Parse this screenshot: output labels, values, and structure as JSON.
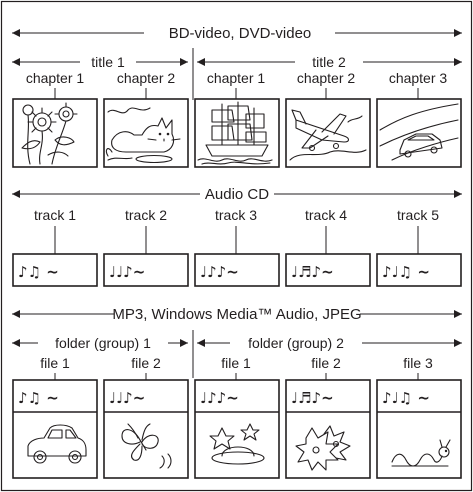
{
  "frame": {
    "sections": [
      {
        "id": "bd-dvd",
        "title": "BD-video, DVD-video",
        "groups": [
          {
            "label": "title 1",
            "items": [
              "chapter 1",
              "chapter 2"
            ]
          },
          {
            "label": "title 2",
            "items": [
              "chapter 1",
              "chapter 2",
              "chapter 3"
            ]
          }
        ],
        "pictures": [
          "sunflower",
          "cat",
          "sailing-ship",
          "airplane",
          "car-on-road"
        ]
      },
      {
        "id": "audio-cd",
        "title": "Audio CD",
        "items": [
          "track 1",
          "track 2",
          "track 3",
          "track 4",
          "track 5"
        ],
        "notes": [
          "♪♫ ~",
          "♩♩♪~",
          "♩♪♪~",
          "♩♬♪~",
          "♪♩♫ ~"
        ]
      },
      {
        "id": "mp3-wma-jpeg",
        "title": "MP3, Windows Media™ Audio, JPEG",
        "groups": [
          {
            "label": "folder (group) 1",
            "items": [
              "file 1",
              "file 2"
            ]
          },
          {
            "label": "folder (group) 2",
            "items": [
              "file 1",
              "file 2",
              "file 3"
            ]
          }
        ],
        "notes": [
          "♪♫ ~",
          "♩♩♪~",
          "♩♪♪~",
          "♩♬♪~",
          "♪♩♫ ~"
        ],
        "pictures": [
          "car",
          "butterfly",
          "planet",
          "flowers",
          "worm"
        ]
      }
    ]
  }
}
